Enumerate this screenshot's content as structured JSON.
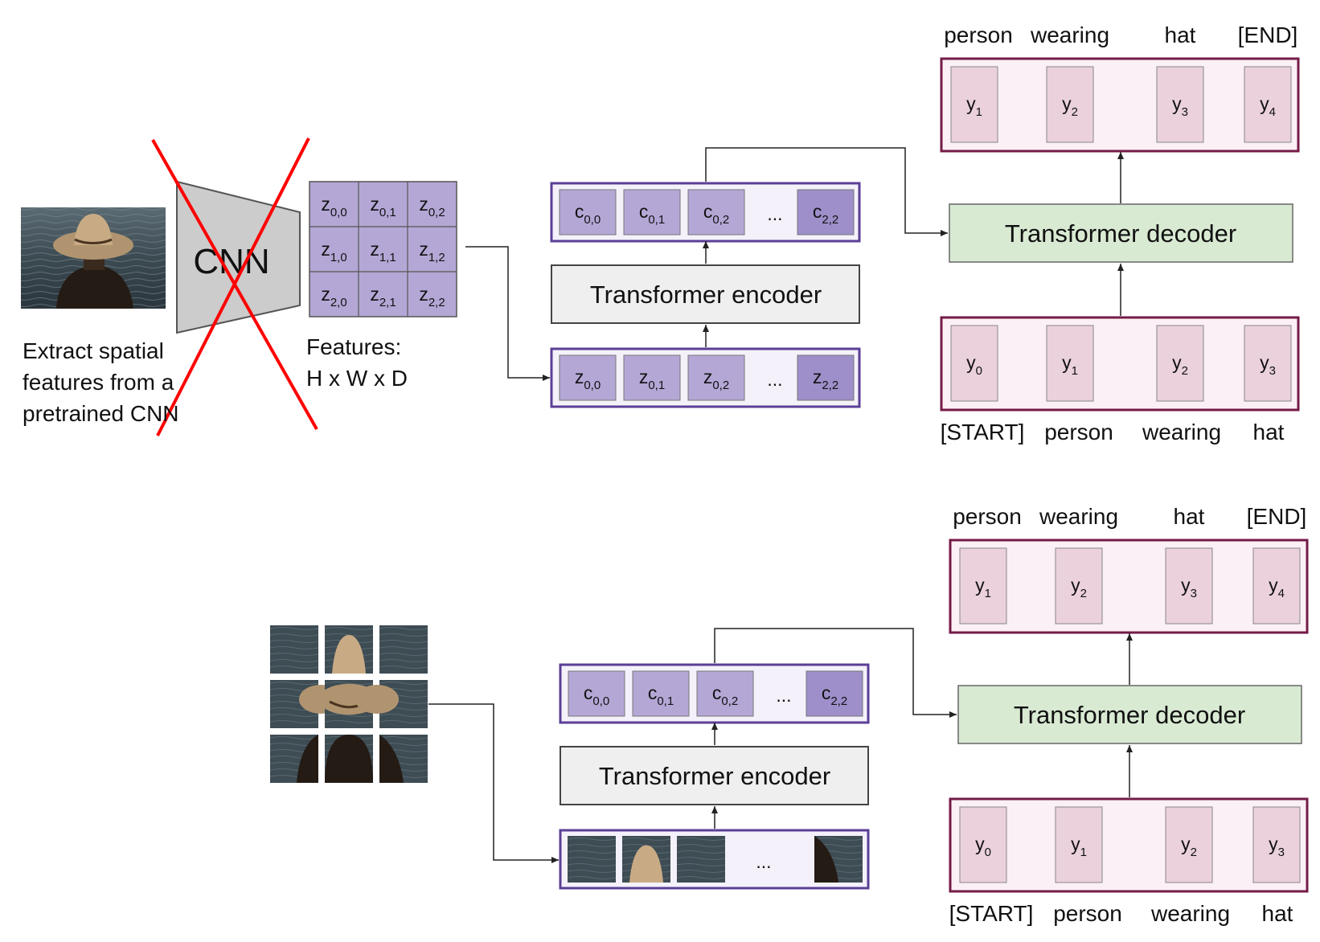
{
  "colors": {
    "purple_border": "#5b3f96",
    "purple_cell": "#b4a7d6",
    "purple_cell_dark": "#9e8fcb",
    "maroon_border": "#741b47",
    "pink_fill": "#fbf0f5",
    "pink_cell": "#ead1dc",
    "green_fill": "#d9ead3",
    "gray_fill": "#efefef",
    "red_x": "#ff0000"
  },
  "top": {
    "cnn_label": "CNN",
    "caption_lines": [
      "Extract spatial",
      "features from a",
      "pretrained CNN"
    ],
    "features_lines": [
      "Features:",
      "H x W x D"
    ],
    "feature_grid": [
      [
        {
          "base": "z",
          "sub": "0,0"
        },
        {
          "base": "z",
          "sub": "0,1"
        },
        {
          "base": "z",
          "sub": "0,2"
        }
      ],
      [
        {
          "base": "z",
          "sub": "1,0"
        },
        {
          "base": "z",
          "sub": "1,1"
        },
        {
          "base": "z",
          "sub": "1,2"
        }
      ],
      [
        {
          "base": "z",
          "sub": "2,0"
        },
        {
          "base": "z",
          "sub": "2,1"
        },
        {
          "base": "z",
          "sub": "2,2"
        }
      ]
    ],
    "encoder_inputs": [
      {
        "base": "z",
        "sub": "0,0"
      },
      {
        "base": "z",
        "sub": "0,1"
      },
      {
        "base": "z",
        "sub": "0,2"
      },
      {
        "ellipsis": "..."
      },
      {
        "base": "z",
        "sub": "2,2"
      }
    ],
    "encoder_label": "Transformer encoder",
    "encoder_outputs": [
      {
        "base": "c",
        "sub": "0,0"
      },
      {
        "base": "c",
        "sub": "0,1"
      },
      {
        "base": "c",
        "sub": "0,2"
      },
      {
        "ellipsis": "..."
      },
      {
        "base": "c",
        "sub": "2,2"
      }
    ],
    "decoder_label": "Transformer decoder",
    "decoder_outputs": [
      {
        "base": "y",
        "sub": "1"
      },
      {
        "base": "y",
        "sub": "2"
      },
      {
        "base": "y",
        "sub": "3"
      },
      {
        "base": "y",
        "sub": "4"
      }
    ],
    "decoder_inputs": [
      {
        "base": "y",
        "sub": "0"
      },
      {
        "base": "y",
        "sub": "1"
      },
      {
        "base": "y",
        "sub": "2"
      },
      {
        "base": "y",
        "sub": "3"
      }
    ],
    "output_words": [
      "person",
      "wearing",
      "hat",
      "[END]"
    ],
    "input_words": [
      "[START]",
      "person",
      "wearing",
      "hat"
    ]
  },
  "bottom": {
    "patch_ellipsis": "...",
    "encoder_label": "Transformer encoder",
    "encoder_outputs": [
      {
        "base": "c",
        "sub": "0,0"
      },
      {
        "base": "c",
        "sub": "0,1"
      },
      {
        "base": "c",
        "sub": "0,2"
      },
      {
        "ellipsis": "..."
      },
      {
        "base": "c",
        "sub": "2,2"
      }
    ],
    "decoder_label": "Transformer decoder",
    "decoder_outputs": [
      {
        "base": "y",
        "sub": "1"
      },
      {
        "base": "y",
        "sub": "2"
      },
      {
        "base": "y",
        "sub": "3"
      },
      {
        "base": "y",
        "sub": "4"
      }
    ],
    "decoder_inputs": [
      {
        "base": "y",
        "sub": "0"
      },
      {
        "base": "y",
        "sub": "1"
      },
      {
        "base": "y",
        "sub": "2"
      },
      {
        "base": "y",
        "sub": "3"
      }
    ],
    "output_words": [
      "person",
      "wearing",
      "hat",
      "[END]"
    ],
    "input_words": [
      "[START]",
      "person",
      "wearing",
      "hat"
    ]
  }
}
